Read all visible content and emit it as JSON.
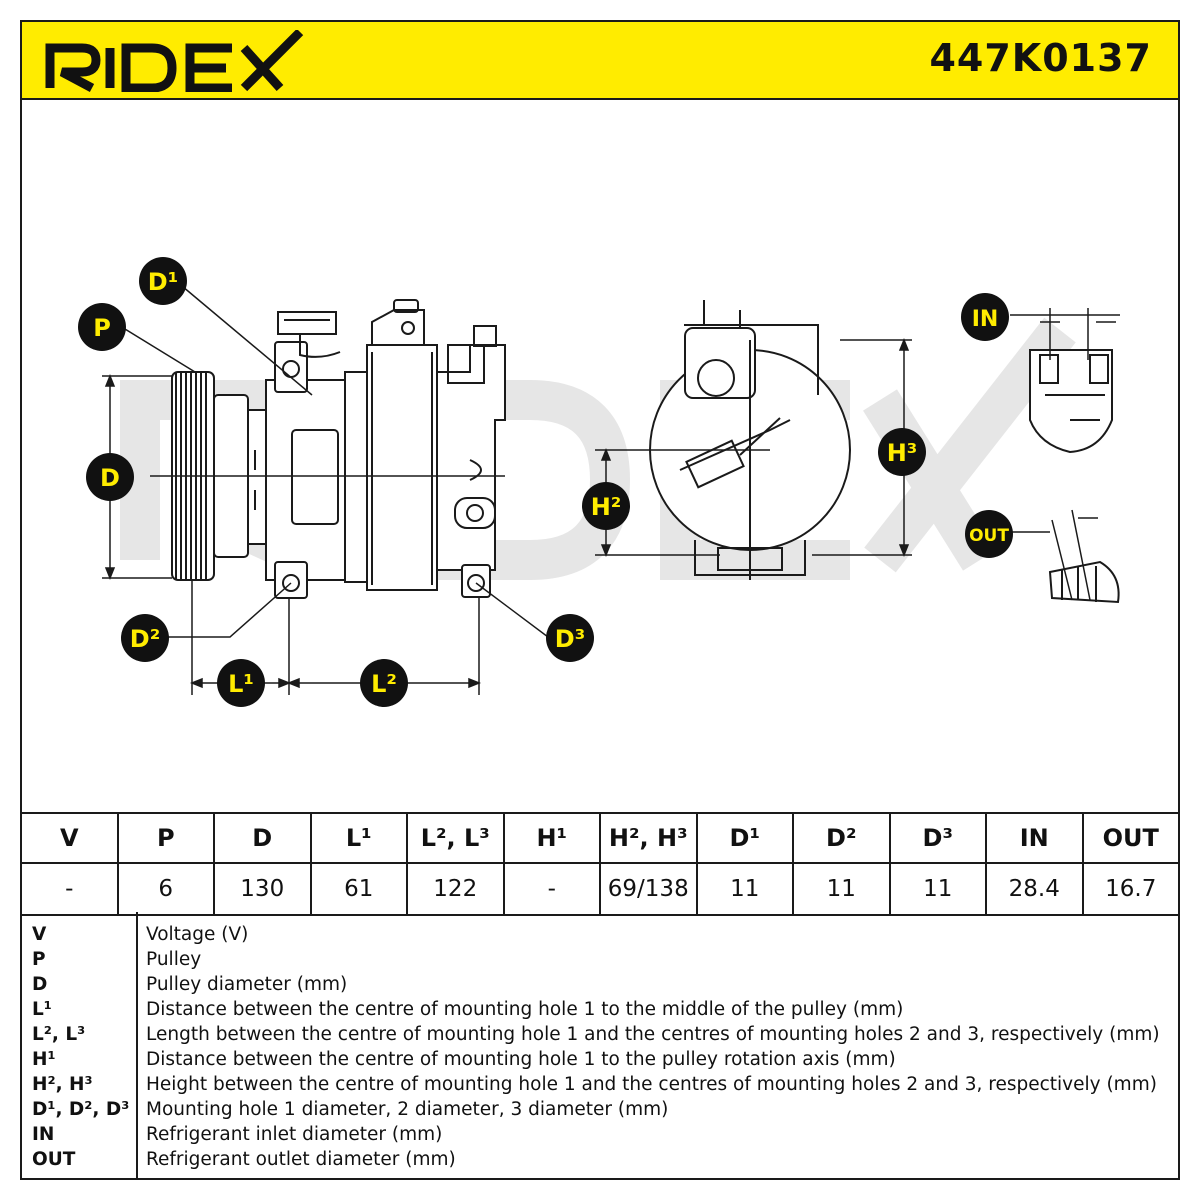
{
  "header": {
    "brand": "RIDEX",
    "part_number": "447K0137"
  },
  "diagram": {
    "badges": {
      "D1": "D¹",
      "P": "P",
      "D": "D",
      "D2": "D²",
      "D3": "D³",
      "L1": "L¹",
      "L2": "L²",
      "H2": "H²",
      "H3": "H³",
      "IN": "IN",
      "OUT": "OUT"
    },
    "watermark": "RIDEX",
    "colors": {
      "accent": "#ffec00",
      "line": "#1a1a1a",
      "watermark": "#e6e6e6"
    }
  },
  "specs": {
    "headers": [
      "V",
      "P",
      "D",
      "L¹",
      "L², L³",
      "H¹",
      "H², H³",
      "D¹",
      "D²",
      "D³",
      "IN",
      "OUT"
    ],
    "values": [
      "-",
      "6",
      "130",
      "61",
      "122",
      "-",
      "69/138",
      "11",
      "11",
      "11",
      "28.4",
      "16.7"
    ]
  },
  "legend": [
    {
      "key": "V",
      "desc": "Voltage (V)"
    },
    {
      "key": "P",
      "desc": "Pulley"
    },
    {
      "key": "D",
      "desc": "Pulley diameter (mm)"
    },
    {
      "key": "L¹",
      "desc": "Distance between the centre of mounting hole 1 to the middle of the pulley (mm)"
    },
    {
      "key": "L², L³",
      "desc": "Length between the centre of mounting hole 1 and the centres of mounting holes 2 and 3, respectively (mm)"
    },
    {
      "key": "H¹",
      "desc": "Distance between the centre of mounting hole 1 to the pulley rotation axis (mm)"
    },
    {
      "key": "H², H³",
      "desc": "Height between the centre of mounting hole 1 and the centres of mounting holes 2 and 3, respectively (mm)"
    },
    {
      "key": "D¹, D², D³",
      "desc": "Mounting hole 1 diameter, 2 diameter, 3 diameter (mm)"
    },
    {
      "key": "IN",
      "desc": "Refrigerant inlet diameter (mm)"
    },
    {
      "key": "OUT",
      "desc": "Refrigerant outlet diameter (mm)"
    }
  ]
}
